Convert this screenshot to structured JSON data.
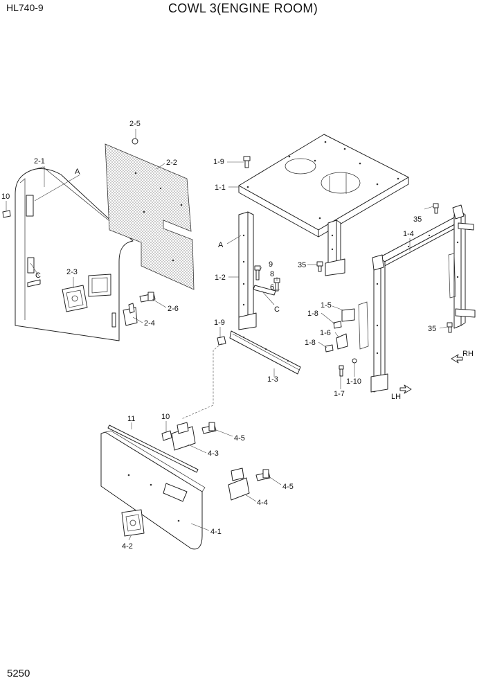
{
  "header": {
    "model": "HL740-9",
    "title": "COWL 3(ENGINE ROOM)"
  },
  "footer": {
    "page_number": "5250"
  },
  "callouts": {
    "c_2_5": "2-5",
    "c_2_1": "2-1",
    "c_A1": "A",
    "c_2_2": "2-2",
    "c_10a": "10",
    "c_C1": "C",
    "c_2_3": "2-3",
    "c_2_6": "2-6",
    "c_2_4": "2-4",
    "c_1_9a": "1-9",
    "c_1_1": "1-1",
    "c_A2": "A",
    "c_9": "9",
    "c_35a": "35",
    "c_1_2": "1-2",
    "c_8": "8",
    "c_6": "6",
    "c_C2": "C",
    "c_35b": "35",
    "c_1_4": "1-4",
    "c_1_5": "1-5",
    "c_1_8a": "1-8",
    "c_1_6": "1-6",
    "c_1_8b": "1-8",
    "c_1_9b": "1-9",
    "c_1_3": "1-3",
    "c_1_7": "1-7",
    "c_1_10": "1-10",
    "c_35c": "35",
    "c_RH": "RH",
    "c_LH": "LH",
    "c_11": "11",
    "c_10b": "10",
    "c_4_5a": "4-5",
    "c_4_3": "4-3",
    "c_4_5b": "4-5",
    "c_4_4": "4-4",
    "c_4_1": "4-1",
    "c_4_2": "4-2"
  }
}
